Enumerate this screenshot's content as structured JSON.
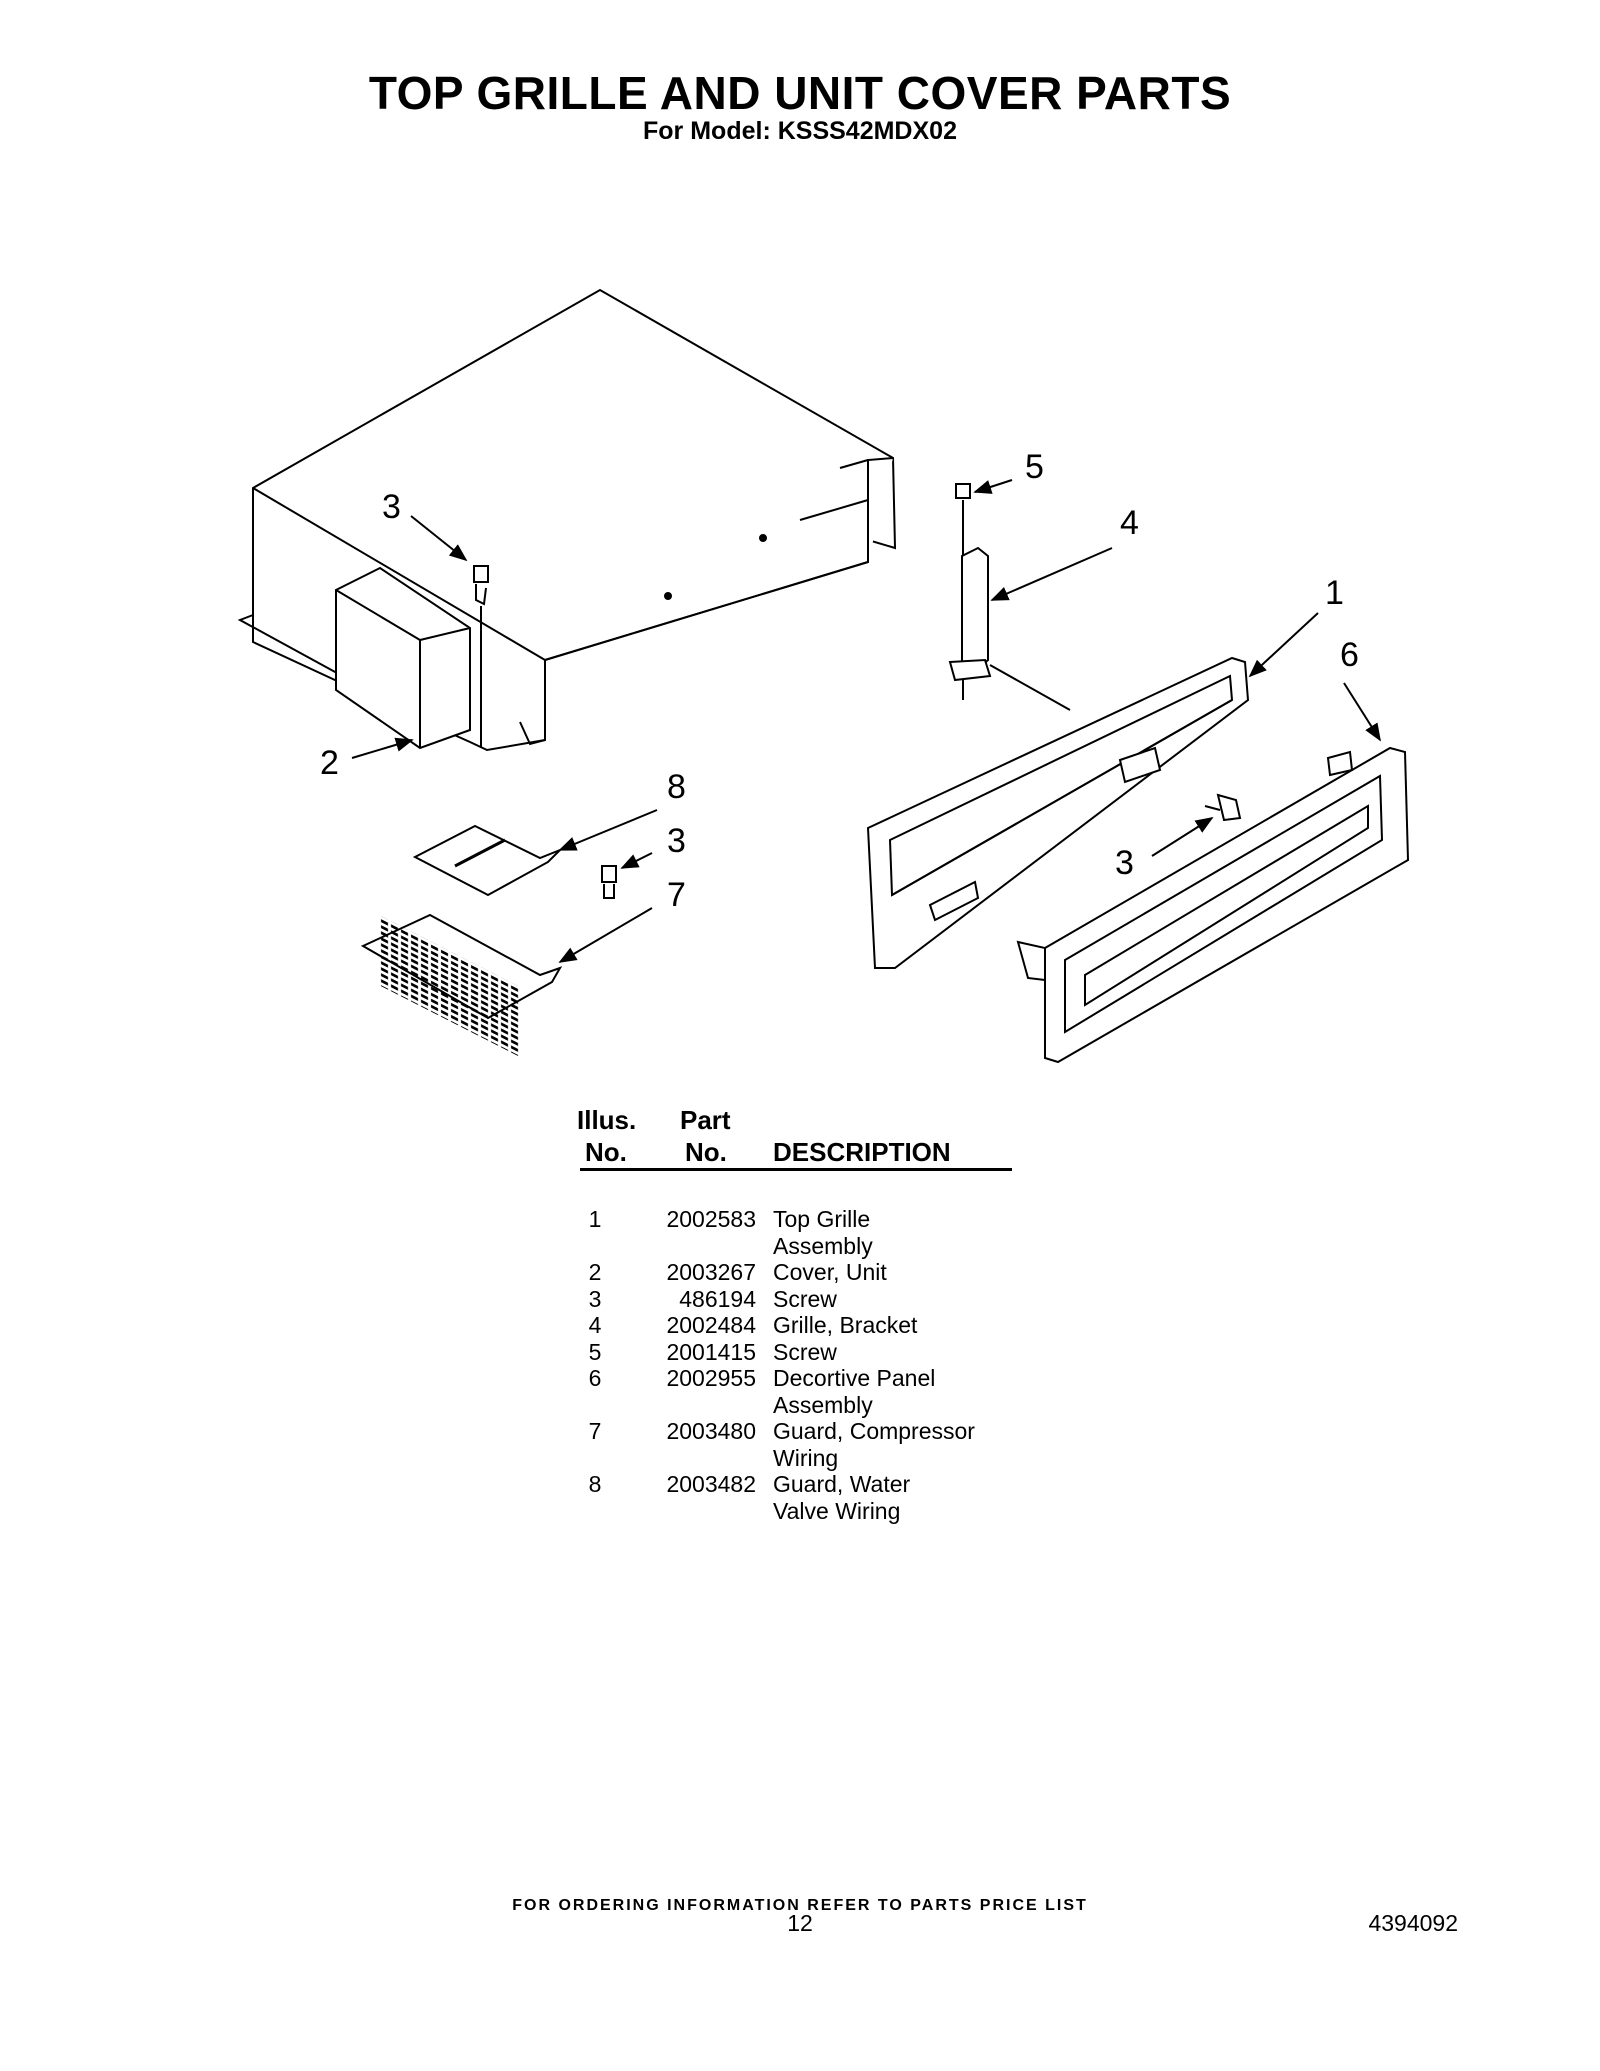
{
  "header": {
    "title": "TOP GRILLE AND UNIT COVER PARTS",
    "subtitle": "For Model: KSSS42MDX02"
  },
  "callouts": [
    "3",
    "2",
    "5",
    "4",
    "1",
    "6",
    "8",
    "3",
    "7",
    "3"
  ],
  "parts_table": {
    "headers": {
      "illus_line1": "Illus.",
      "illus_line2": "No.",
      "part_line1": "Part",
      "part_line2": "No.",
      "description": "DESCRIPTION"
    },
    "rows": [
      {
        "illus": "1",
        "part": "2002583",
        "desc": [
          "Top Grille",
          "Assembly"
        ]
      },
      {
        "illus": "2",
        "part": "2003267",
        "desc": [
          "Cover, Unit"
        ]
      },
      {
        "illus": "3",
        "part": "486194",
        "desc": [
          "Screw"
        ]
      },
      {
        "illus": "4",
        "part": "2002484",
        "desc": [
          "Grille, Bracket"
        ]
      },
      {
        "illus": "5",
        "part": "2001415",
        "desc": [
          "Screw"
        ]
      },
      {
        "illus": "6",
        "part": "2002955",
        "desc": [
          "Decortive Panel",
          "Assembly"
        ]
      },
      {
        "illus": "7",
        "part": "2003480",
        "desc": [
          "Guard, Compressor",
          "Wiring"
        ]
      },
      {
        "illus": "8",
        "part": "2003482",
        "desc": [
          "Guard, Water",
          "Valve Wiring"
        ]
      }
    ]
  },
  "footer": {
    "ordering_note": "FOR ORDERING INFORMATION REFER TO PARTS PRICE LIST",
    "page_number": "12",
    "document_number": "4394092"
  }
}
